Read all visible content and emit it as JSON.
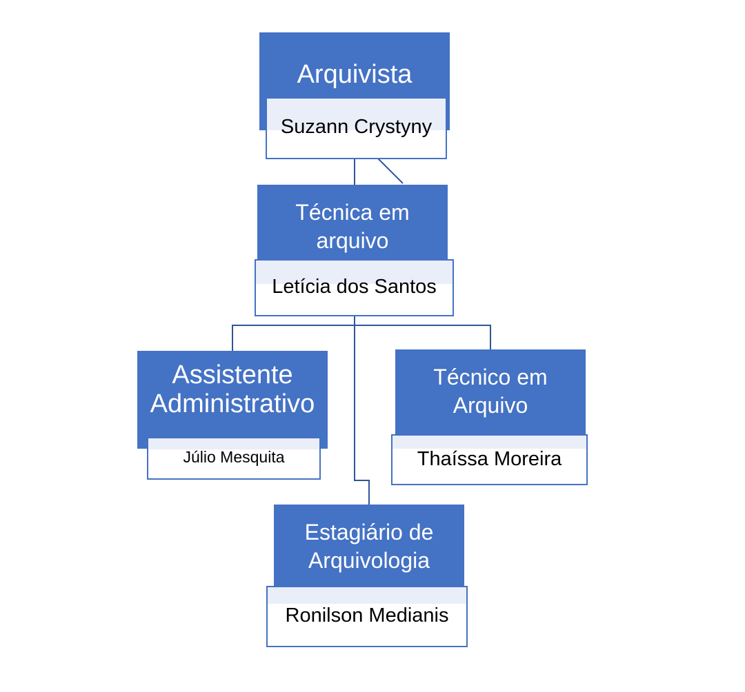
{
  "org_chart": {
    "nodes": [
      {
        "id": "arquivista",
        "role": "Arquivista",
        "name": "Suzann Crystyny"
      },
      {
        "id": "tecnica",
        "role_lines": [
          "Técnica em",
          "arquivo"
        ],
        "name": "Letícia dos Santos"
      },
      {
        "id": "assistente",
        "role_lines": [
          "Assistente",
          "Administrativo"
        ],
        "name": "Júlio Mesquita"
      },
      {
        "id": "tecnico",
        "role_lines": [
          "Técnico em",
          "Arquivo"
        ],
        "name": "Thaíssa Moreira"
      },
      {
        "id": "estagiario",
        "role_lines": [
          "Estagiário de",
          "Arquivologia"
        ],
        "name": "Ronilson Medianis"
      }
    ],
    "colors": {
      "role_fill": "#4472c4",
      "role_text": "#ffffff",
      "name_border": "#4472c4",
      "name_text": "#000000",
      "connector": "#2e5597"
    }
  }
}
